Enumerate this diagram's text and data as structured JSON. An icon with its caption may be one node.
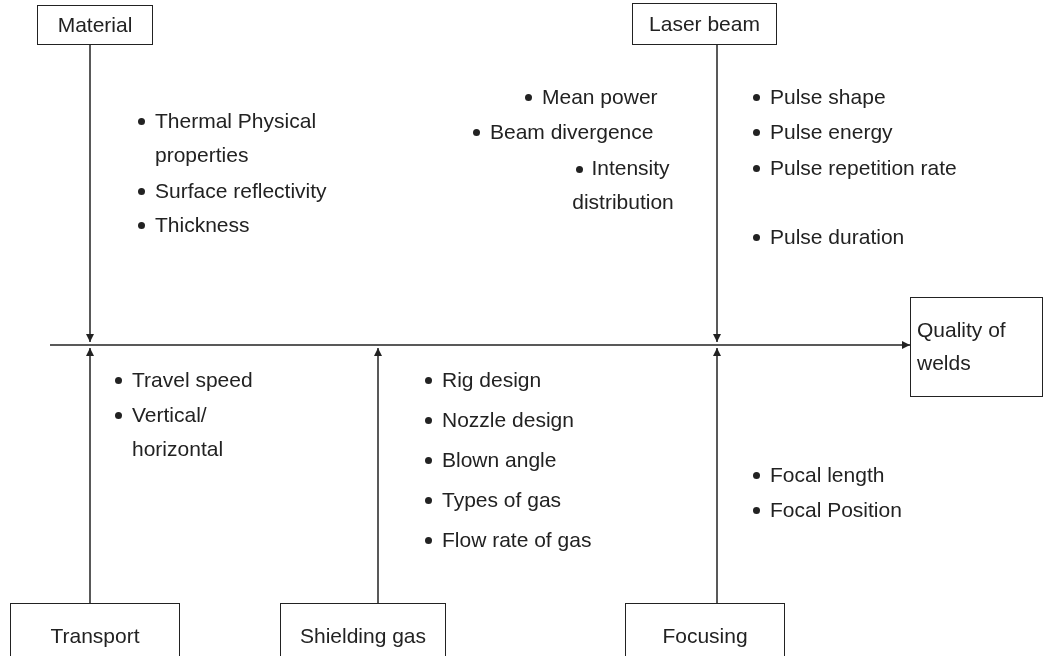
{
  "diagram": {
    "nodes": [
      {
        "text": [
          "Material"
        ]
      },
      {
        "text": [
          "Laser beam"
        ]
      },
      {
        "text": [
          "Quality of welds"
        ]
      },
      {
        "text": [
          "Transport"
        ]
      },
      {
        "text": [
          "Shielding gas"
        ]
      },
      {
        "text": [
          "Focusing"
        ]
      }
    ],
    "edges": [
      {
        "from": null,
        "to": 2,
        "arrow": "to"
      },
      {
        "from": 0,
        "to": null,
        "arrow": "to"
      },
      {
        "from": 1,
        "to": null,
        "arrow": "to"
      },
      {
        "from": 3,
        "to": null,
        "arrow": "to"
      },
      {
        "from": 4,
        "to": null,
        "arrow": "to"
      },
      {
        "from": 5,
        "to": null,
        "arrow": "to"
      }
    ],
    "labels": [
      "Thermal Physical properties",
      "Surface reflectivity",
      "Thickness",
      "Mean power",
      "Beam divergence",
      "Intensity distribution",
      "Pulse shape",
      "Pulse energy",
      "Pulse repetition rate",
      "Pulse duration",
      "Travel speed",
      "Vertical/ horizontal",
      "Rig design",
      "Nozzle design",
      "Blown angle",
      "Types of gas",
      "Flow rate of gas",
      "Focal length",
      "Focal Position"
    ]
  }
}
